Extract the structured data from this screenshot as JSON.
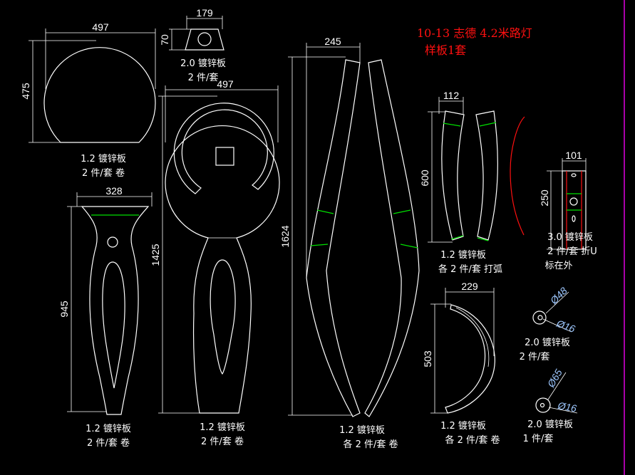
{
  "title": {
    "line1": "10-13 志德 4.2米路灯",
    "line2": "样板1套"
  },
  "colors": {
    "background": "#000000",
    "lines": "#ffffff",
    "bend": "#00e000",
    "title": "#ff1010",
    "border": "#e000e0"
  },
  "parts": [
    {
      "id": "round-plate",
      "dims": [
        "497",
        "475"
      ],
      "label1": "1.2 镀锌板",
      "label2": "2 件/套 卷"
    },
    {
      "id": "small-bracket",
      "dims": [
        "179",
        "70"
      ],
      "label1": "2.0 镀锌板",
      "label2": "2 件/套"
    },
    {
      "id": "ring-body",
      "dims": [
        "497",
        "1425"
      ],
      "label1": "1.2 镀锌板",
      "label2": "2 件/套 卷"
    },
    {
      "id": "vase-body",
      "dims": [
        "328",
        "945"
      ],
      "label1": "1.2 镀锌板",
      "label2": "2 件/套 卷"
    },
    {
      "id": "long-strips",
      "dims": [
        "245",
        "1624"
      ],
      "label1": "1.2 镀锌板",
      "label2": "各 2 件/套 卷"
    },
    {
      "id": "curved-strips",
      "dims": [
        "112",
        "600"
      ],
      "label1": "1.2 镀锌板",
      "label2": "各 2 件/套 打弧"
    },
    {
      "id": "u-bracket",
      "dims": [
        "101",
        "250"
      ],
      "label1": "3.0 镀锌板",
      "label2": "2 件/套 折U",
      "label3": "标在外"
    },
    {
      "id": "crescent",
      "dims": [
        "229",
        "503"
      ],
      "label1": "1.2 镀锌板",
      "label2": "各 2 件/套 卷"
    },
    {
      "id": "washer-48",
      "dims": [
        "Ø48",
        "Ø16"
      ],
      "label1": "2.0 镀锌板",
      "label2": "2 件/套"
    },
    {
      "id": "washer-65",
      "dims": [
        "Ø65",
        "Ø16"
      ],
      "label1": "2.0 镀锌板",
      "label2": "1 件/套"
    }
  ]
}
